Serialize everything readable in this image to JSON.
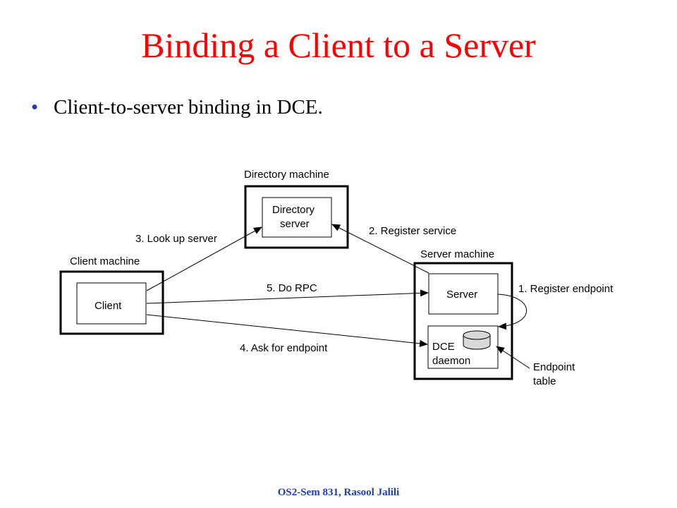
{
  "slide": {
    "title": "Binding a Client to a Server",
    "bullet": "Client-to-server binding in DCE.",
    "footer": "OS2-Sem 831, Rasool Jalili"
  },
  "diagram": {
    "directory_machine_label": "Directory machine",
    "directory_server_label_line1": "Directory",
    "directory_server_label_line2": "server",
    "client_machine_label": "Client machine",
    "client_label": "Client",
    "server_machine_label": "Server machine",
    "server_label": "Server",
    "dce_daemon_line1": "DCE",
    "dce_daemon_line2": "daemon",
    "endpoint_table_line1": "Endpoint",
    "endpoint_table_line2": "table",
    "steps": {
      "step1": "1. Register endpoint",
      "step2": "2. Register service",
      "step3": "3. Look up server",
      "step4": "4. Ask for endpoint",
      "step5": "5. Do RPC"
    }
  },
  "colors": {
    "title": "#ff0000",
    "bullet": "#1f3fa8",
    "footer": "#1f3fa8"
  }
}
